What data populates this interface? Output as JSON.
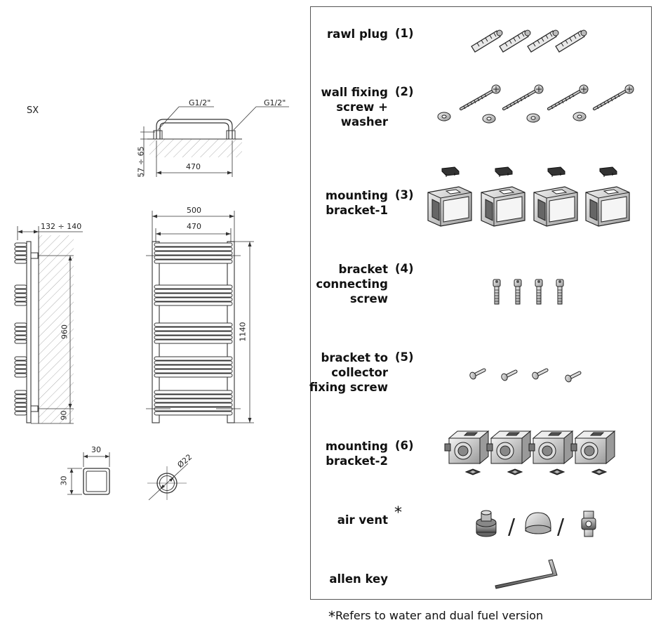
{
  "model": "SX",
  "top_view": {
    "thread_left": "G1/2\"",
    "thread_right": "G1/2\"",
    "wall_distance": "57 ÷ 65",
    "pipe_spacing": "470"
  },
  "side_view": {
    "depth": "132 ÷ 140",
    "axis_height": "960",
    "bottom_offset": "90"
  },
  "front_view": {
    "total_width": "500",
    "axis_width": "470",
    "total_height": "1140"
  },
  "profile_square": {
    "width": "30",
    "height": "30"
  },
  "profile_round": {
    "diameter": "Ø22"
  },
  "parts": [
    {
      "label": [
        "rawl plug"
      ],
      "number": "(1)",
      "icon": "rawl-plug-icon"
    },
    {
      "label": [
        "wall fixing",
        "screw +",
        "washer"
      ],
      "number": "(2)",
      "icon": "wall-screw-washer-icon"
    },
    {
      "label": [
        "mounting",
        "bracket-1"
      ],
      "number": "(3)",
      "icon": "mounting-bracket-1-icon"
    },
    {
      "label": [
        "bracket",
        "connecting",
        "screw"
      ],
      "number": "(4)",
      "icon": "connecting-screw-icon"
    },
    {
      "label": [
        "bracket to",
        "collector",
        "fixing screw"
      ],
      "number": "(5)",
      "icon": "collector-screw-icon"
    },
    {
      "label": [
        "mounting",
        "bracket-2"
      ],
      "number": "(6)",
      "icon": "mounting-bracket-2-icon"
    },
    {
      "label": [
        "air vent"
      ],
      "number": "*",
      "icon": "air-vent-icon",
      "separator": "/"
    },
    {
      "label": [
        "allen key"
      ],
      "number": "",
      "icon": "allen-key-icon"
    }
  ],
  "footnote": {
    "mark": "*",
    "text": "Refers to water and dual fuel version"
  }
}
